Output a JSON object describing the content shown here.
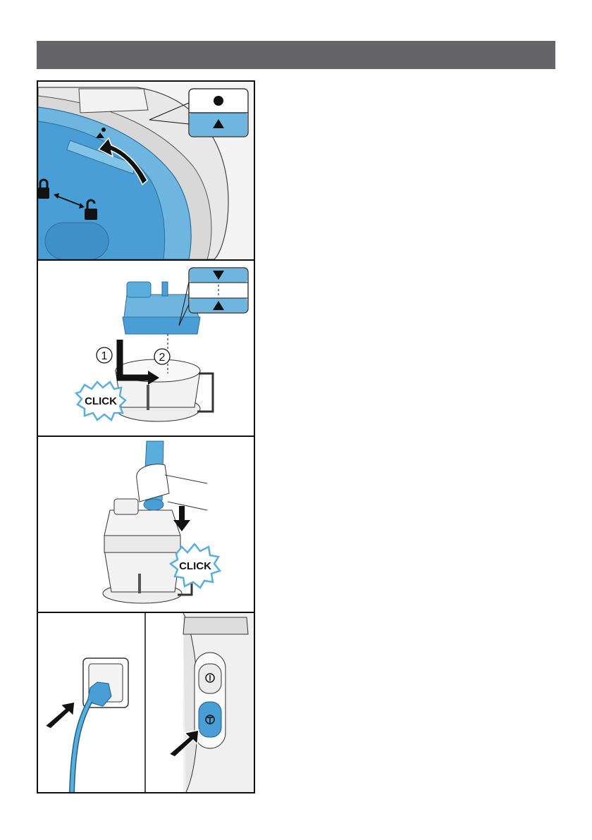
{
  "header": {
    "title": ""
  },
  "steps": [
    {
      "id": "align-lid",
      "icons": [
        "dot-symbol-icon",
        "triangle-up-icon",
        "lock-icon",
        "unlock-icon",
        "rotate-arrow-icon"
      ]
    },
    {
      "id": "attach-bowl",
      "numbers": [
        "1",
        "2"
      ],
      "sound_label": "CLICK",
      "icons": [
        "triangle-down-icon",
        "triangle-up-icon"
      ]
    },
    {
      "id": "attach-motor",
      "sound_label": "CLICK",
      "icons": [
        "down-arrow-icon"
      ]
    },
    {
      "id": "plug-and-press",
      "icons": [
        "power-plug-icon",
        "turbo-button-icon",
        "on-button-icon"
      ]
    }
  ],
  "colors": {
    "header": "#646469",
    "accent_blue": "#5aaedb",
    "dark_blue": "#3d8fc4",
    "border": "#111111"
  }
}
